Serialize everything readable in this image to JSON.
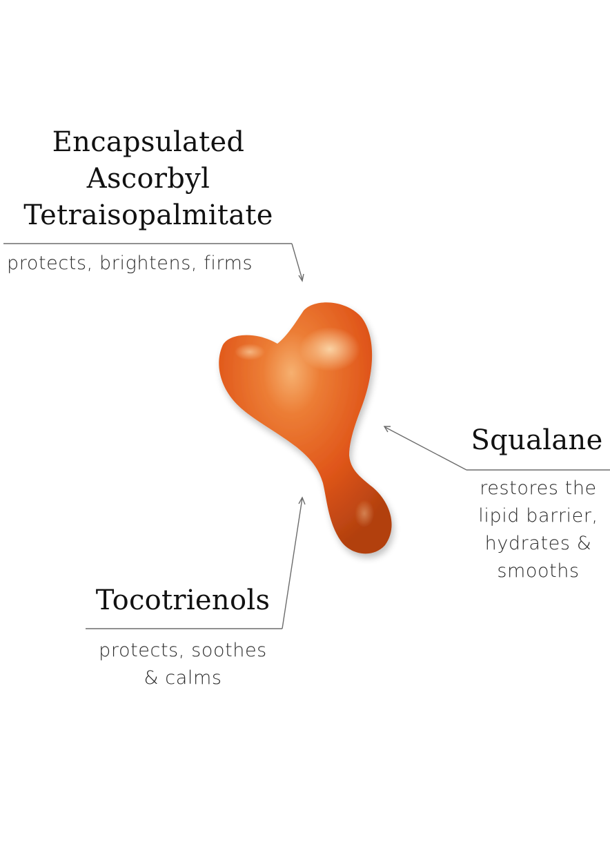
{
  "ingredients": [
    {
      "name_lines": [
        "Encapsulated",
        "Ascorbyl",
        "Tetraisopalmitate"
      ],
      "benefit_lines": [
        "protects, brightens, firms"
      ]
    },
    {
      "name_lines": [
        "Squalane"
      ],
      "benefit_lines": [
        "restores the",
        "lipid barrier,",
        "hydrates &",
        "smooths"
      ]
    },
    {
      "name_lines": [
        "Tocotrienols"
      ],
      "benefit_lines": [
        "protects, soothes",
        "& calms"
      ]
    }
  ],
  "colors": {
    "background": "#ffffff",
    "capsule_base": "#e35a1c",
    "capsule_highlight": "#f3a35a",
    "capsule_shadow": "#a8380c",
    "pointer_line": "#6b6b6b"
  }
}
